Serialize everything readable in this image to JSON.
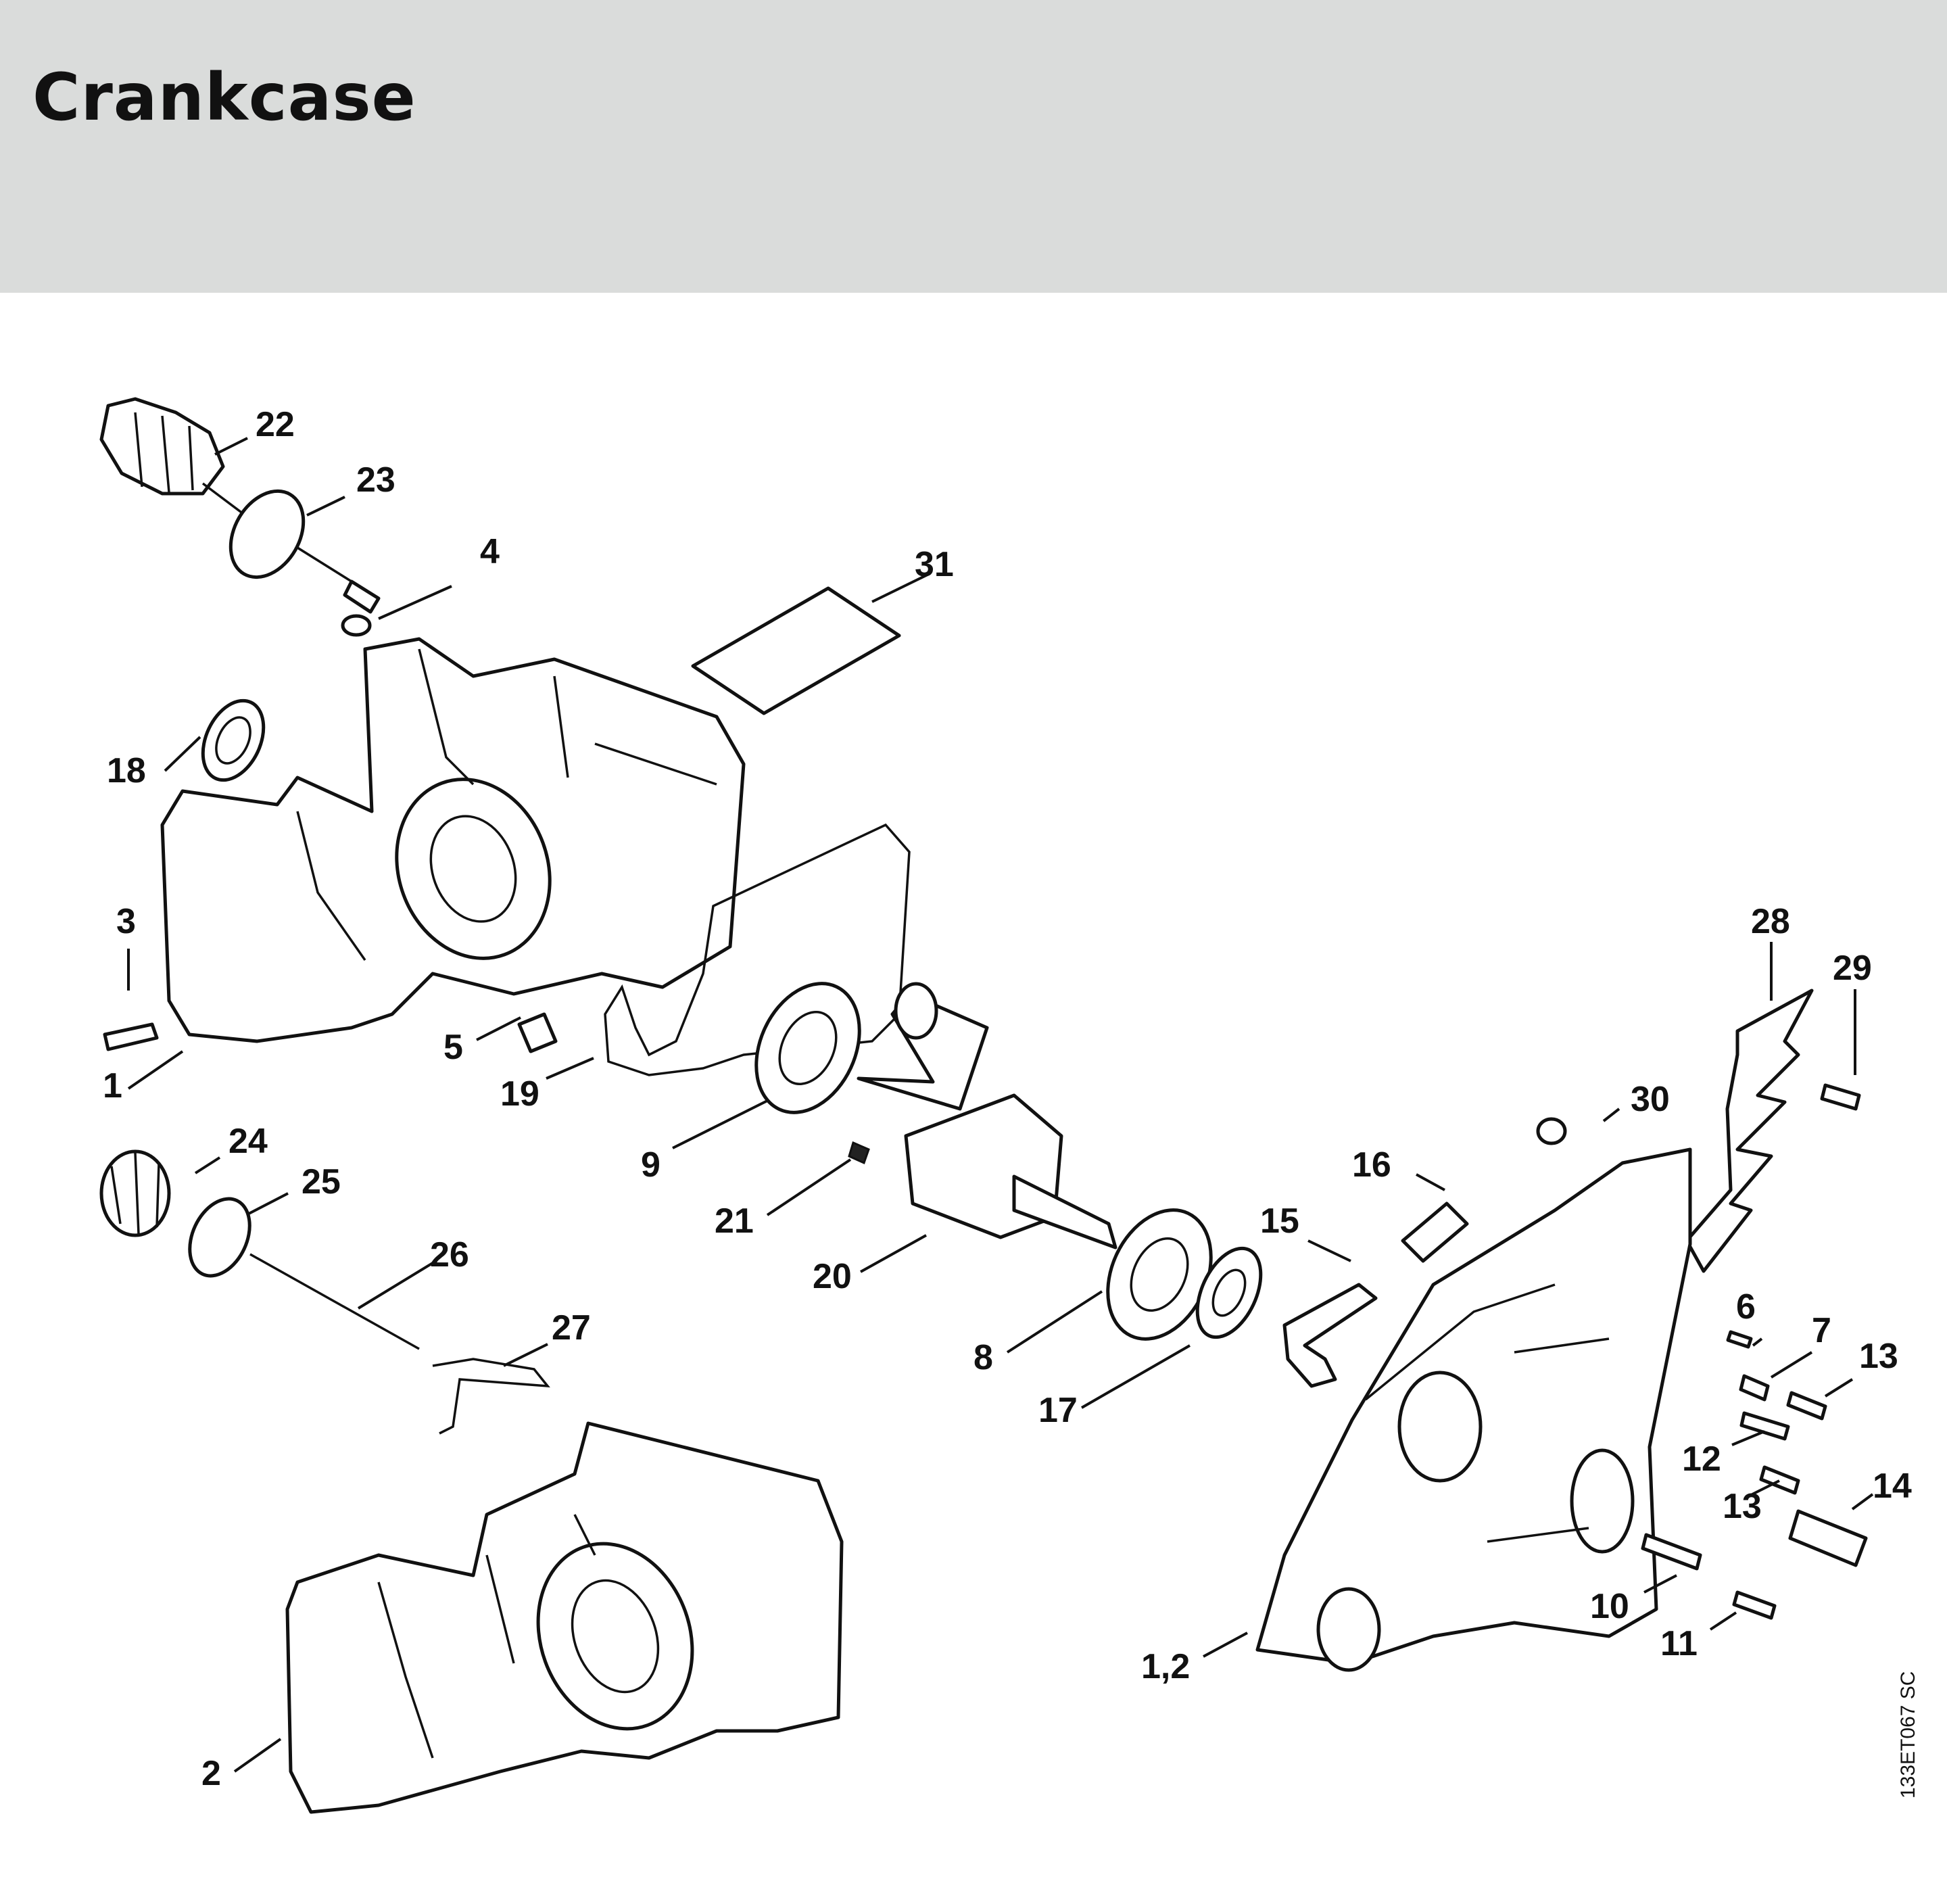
{
  "page": {
    "title": "Crankcase"
  },
  "drawing_code": "133ET067 SC",
  "callouts": [
    {
      "label": "22"
    },
    {
      "label": "23"
    },
    {
      "label": "4"
    },
    {
      "label": "31"
    },
    {
      "label": "18"
    },
    {
      "label": "3"
    },
    {
      "label": "1"
    },
    {
      "label": "5"
    },
    {
      "label": "19"
    },
    {
      "label": "9"
    },
    {
      "label": "24"
    },
    {
      "label": "25"
    },
    {
      "label": "21"
    },
    {
      "label": "20"
    },
    {
      "label": "26"
    },
    {
      "label": "27"
    },
    {
      "label": "8"
    },
    {
      "label": "17"
    },
    {
      "label": "2"
    },
    {
      "label": "28"
    },
    {
      "label": "29"
    },
    {
      "label": "30"
    },
    {
      "label": "16"
    },
    {
      "label": "15"
    },
    {
      "label": "6"
    },
    {
      "label": "7"
    },
    {
      "label": "13"
    },
    {
      "label": "12"
    },
    {
      "label": "13"
    },
    {
      "label": "14"
    },
    {
      "label": "10"
    },
    {
      "label": "11"
    },
    {
      "label": "1,2"
    }
  ]
}
